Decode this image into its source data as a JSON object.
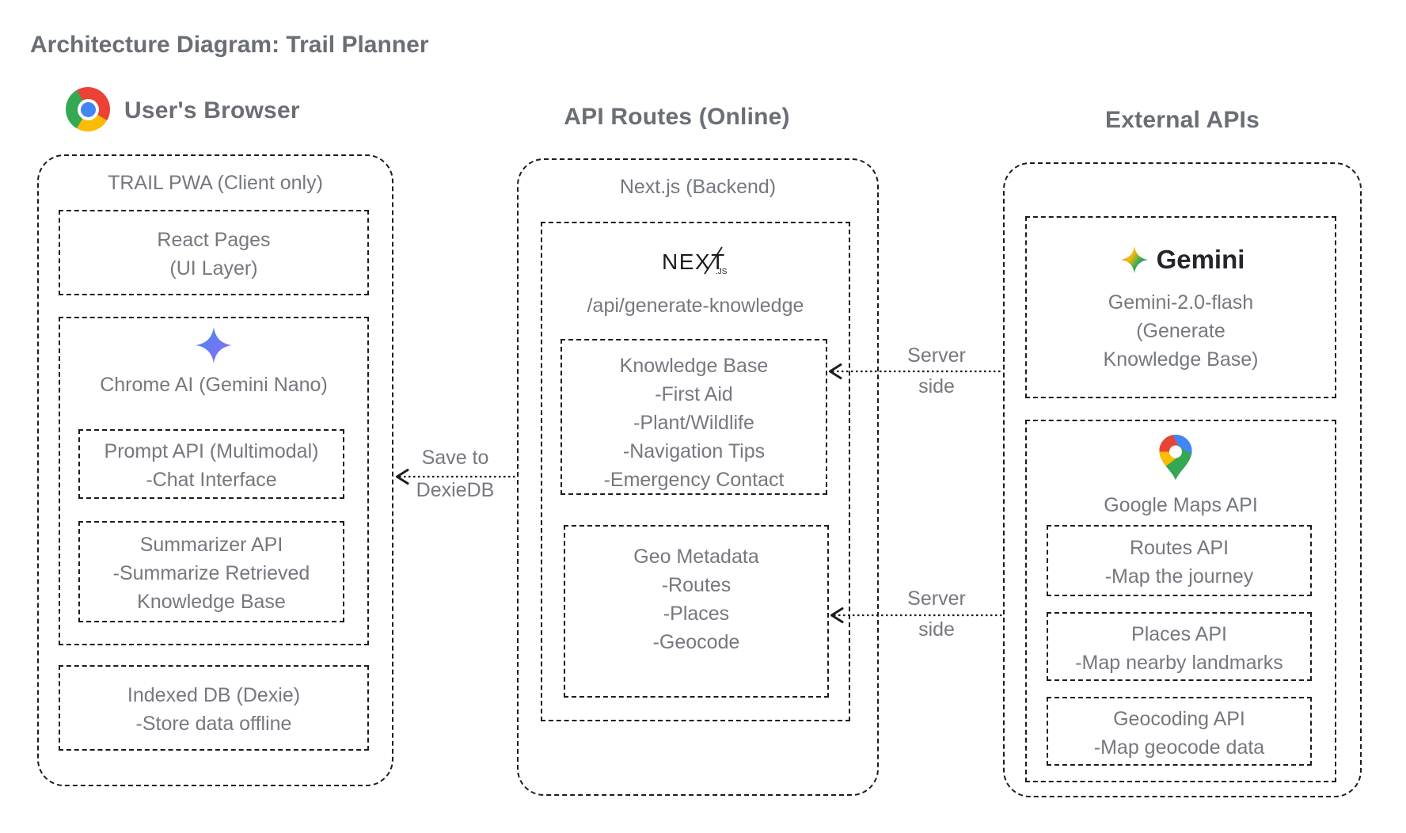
{
  "title": "Architecture Diagram: Trail Planner",
  "colors": {
    "text_gray": "#75787f",
    "header_gray": "#6a6e75",
    "line_black": "#1b1c1e",
    "google_red": "#EA4335",
    "google_yellow": "#FBBC05",
    "google_green": "#34A853",
    "google_blue": "#4285F4",
    "sparkle_blue": "#4687f4",
    "sparkle_purple": "#8d6ef2"
  },
  "icons": {
    "browser": "chrome-icon",
    "chrome_ai": "gemini-sparkle-icon",
    "api_routes": "nextjs-logo",
    "gemini": "gemini-star-icon",
    "maps": "google-maps-pin-icon"
  },
  "columns": {
    "browser": {
      "header": "User's Browser",
      "container": "TRAIL PWA (Client only)",
      "react": {
        "l1": "React Pages",
        "l2": "(UI Layer)"
      },
      "chrome_ai": {
        "title": "Chrome AI (Gemini Nano)",
        "prompt": {
          "l1": "Prompt API (Multimodal)",
          "l2": "-Chat Interface"
        },
        "summarizer": {
          "l1": "Summarizer API",
          "l2": "-Summarize Retrieved",
          "l3": "Knowledge Base"
        }
      },
      "indexeddb": {
        "l1": "Indexed DB (Dexie)",
        "l2": "-Store data offline"
      }
    },
    "api_routes": {
      "header": "API Routes (Online)",
      "container": "Next.js (Backend)",
      "logo_text": "NEXT",
      "logo_suffix": ".JS",
      "endpoint": "/api/generate-knowledge",
      "knowledge": {
        "title": "Knowledge Base",
        "items": [
          "-First Aid",
          "-Plant/Wildlife",
          "-Navigation Tips",
          "-Emergency Contact"
        ]
      },
      "geo": {
        "title": "Geo Metadata",
        "items": [
          "-Routes",
          "-Places",
          "-Geocode"
        ]
      }
    },
    "external": {
      "header": "External APIs",
      "gemini": {
        "logo": "Gemini",
        "l1": "Gemini-2.0-flash",
        "l2": "(Generate",
        "l3": "Knowledge Base)"
      },
      "maps": {
        "title": "Google Maps API",
        "routes": {
          "l1": "Routes API",
          "l2": "-Map the journey"
        },
        "places": {
          "l1": "Places API",
          "l2": "-Map nearby landmarks"
        },
        "geocoding": {
          "l1": "Geocoding API",
          "l2": "-Map geocode data"
        }
      }
    }
  },
  "arrows": {
    "save": {
      "l1": "Save to",
      "l2": "DexieDB"
    },
    "server1": {
      "l1": "Server",
      "l2": "side"
    },
    "server2": {
      "l1": "Server",
      "l2": "side"
    }
  }
}
